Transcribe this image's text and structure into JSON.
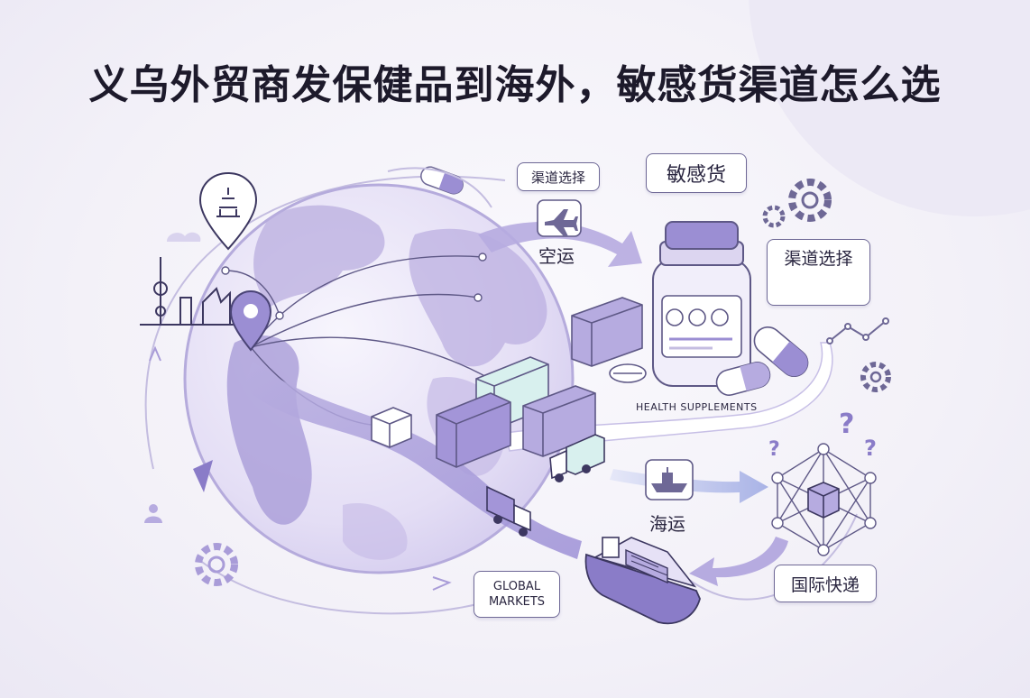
{
  "title": "义乌外贸商发保健品到海外，敏感货渠道怎么选",
  "labels": {
    "channel_small": "渠道选择",
    "sensitive": "敏感货",
    "channel_big": "渠道选择",
    "air": "空运",
    "sea": "海运",
    "express": "国际快递",
    "supplements": "HEALTH SUPPLEMENTS",
    "global_line1": "GLOBAL",
    "global_line2": "MARKETS"
  },
  "icons": [
    "globe-icon",
    "location-pin-icon",
    "pagoda-pin-icon",
    "skyline-icon",
    "pill-capsule-icon",
    "plane-icon",
    "supplement-bottle-icon",
    "container-icon",
    "truck-icon",
    "ship-icon",
    "network-node-icon",
    "package-box-icon",
    "gear-icon",
    "question-mark-icon",
    "line-chart-icon",
    "user-icon"
  ],
  "colors": {
    "accent": "#8a7cc8",
    "accent_light": "#c9c0ea",
    "ink": "#1d1a2b",
    "line": "#6e6896"
  }
}
